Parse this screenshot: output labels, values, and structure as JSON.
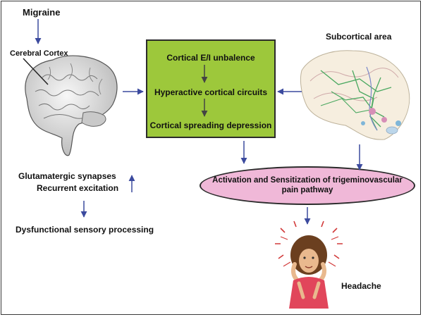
{
  "labels": {
    "migraine": "Migraine",
    "cerebral_cortex": "Cerebral Cortex",
    "subcortical_area": "Subcortical area",
    "glutamatergic": "Glutamatergic synapses",
    "recurrent": "Recurrent  excitation",
    "dysfunctional": "Dysfunctional  sensory processing",
    "headache": "Headache"
  },
  "green_box": {
    "line1": "Cortical E/I unbalence",
    "line2": "Hyperactive cortical circuits",
    "line3": "Cortical spreading depression"
  },
  "pathway": {
    "line1": "Activation and Sensitization of trigeminovascular",
    "line2": "pain pathway"
  },
  "colors": {
    "arrow": "#3b4a9e",
    "green_box": "#9dc83b",
    "ellipse": "#f0b8d8"
  }
}
